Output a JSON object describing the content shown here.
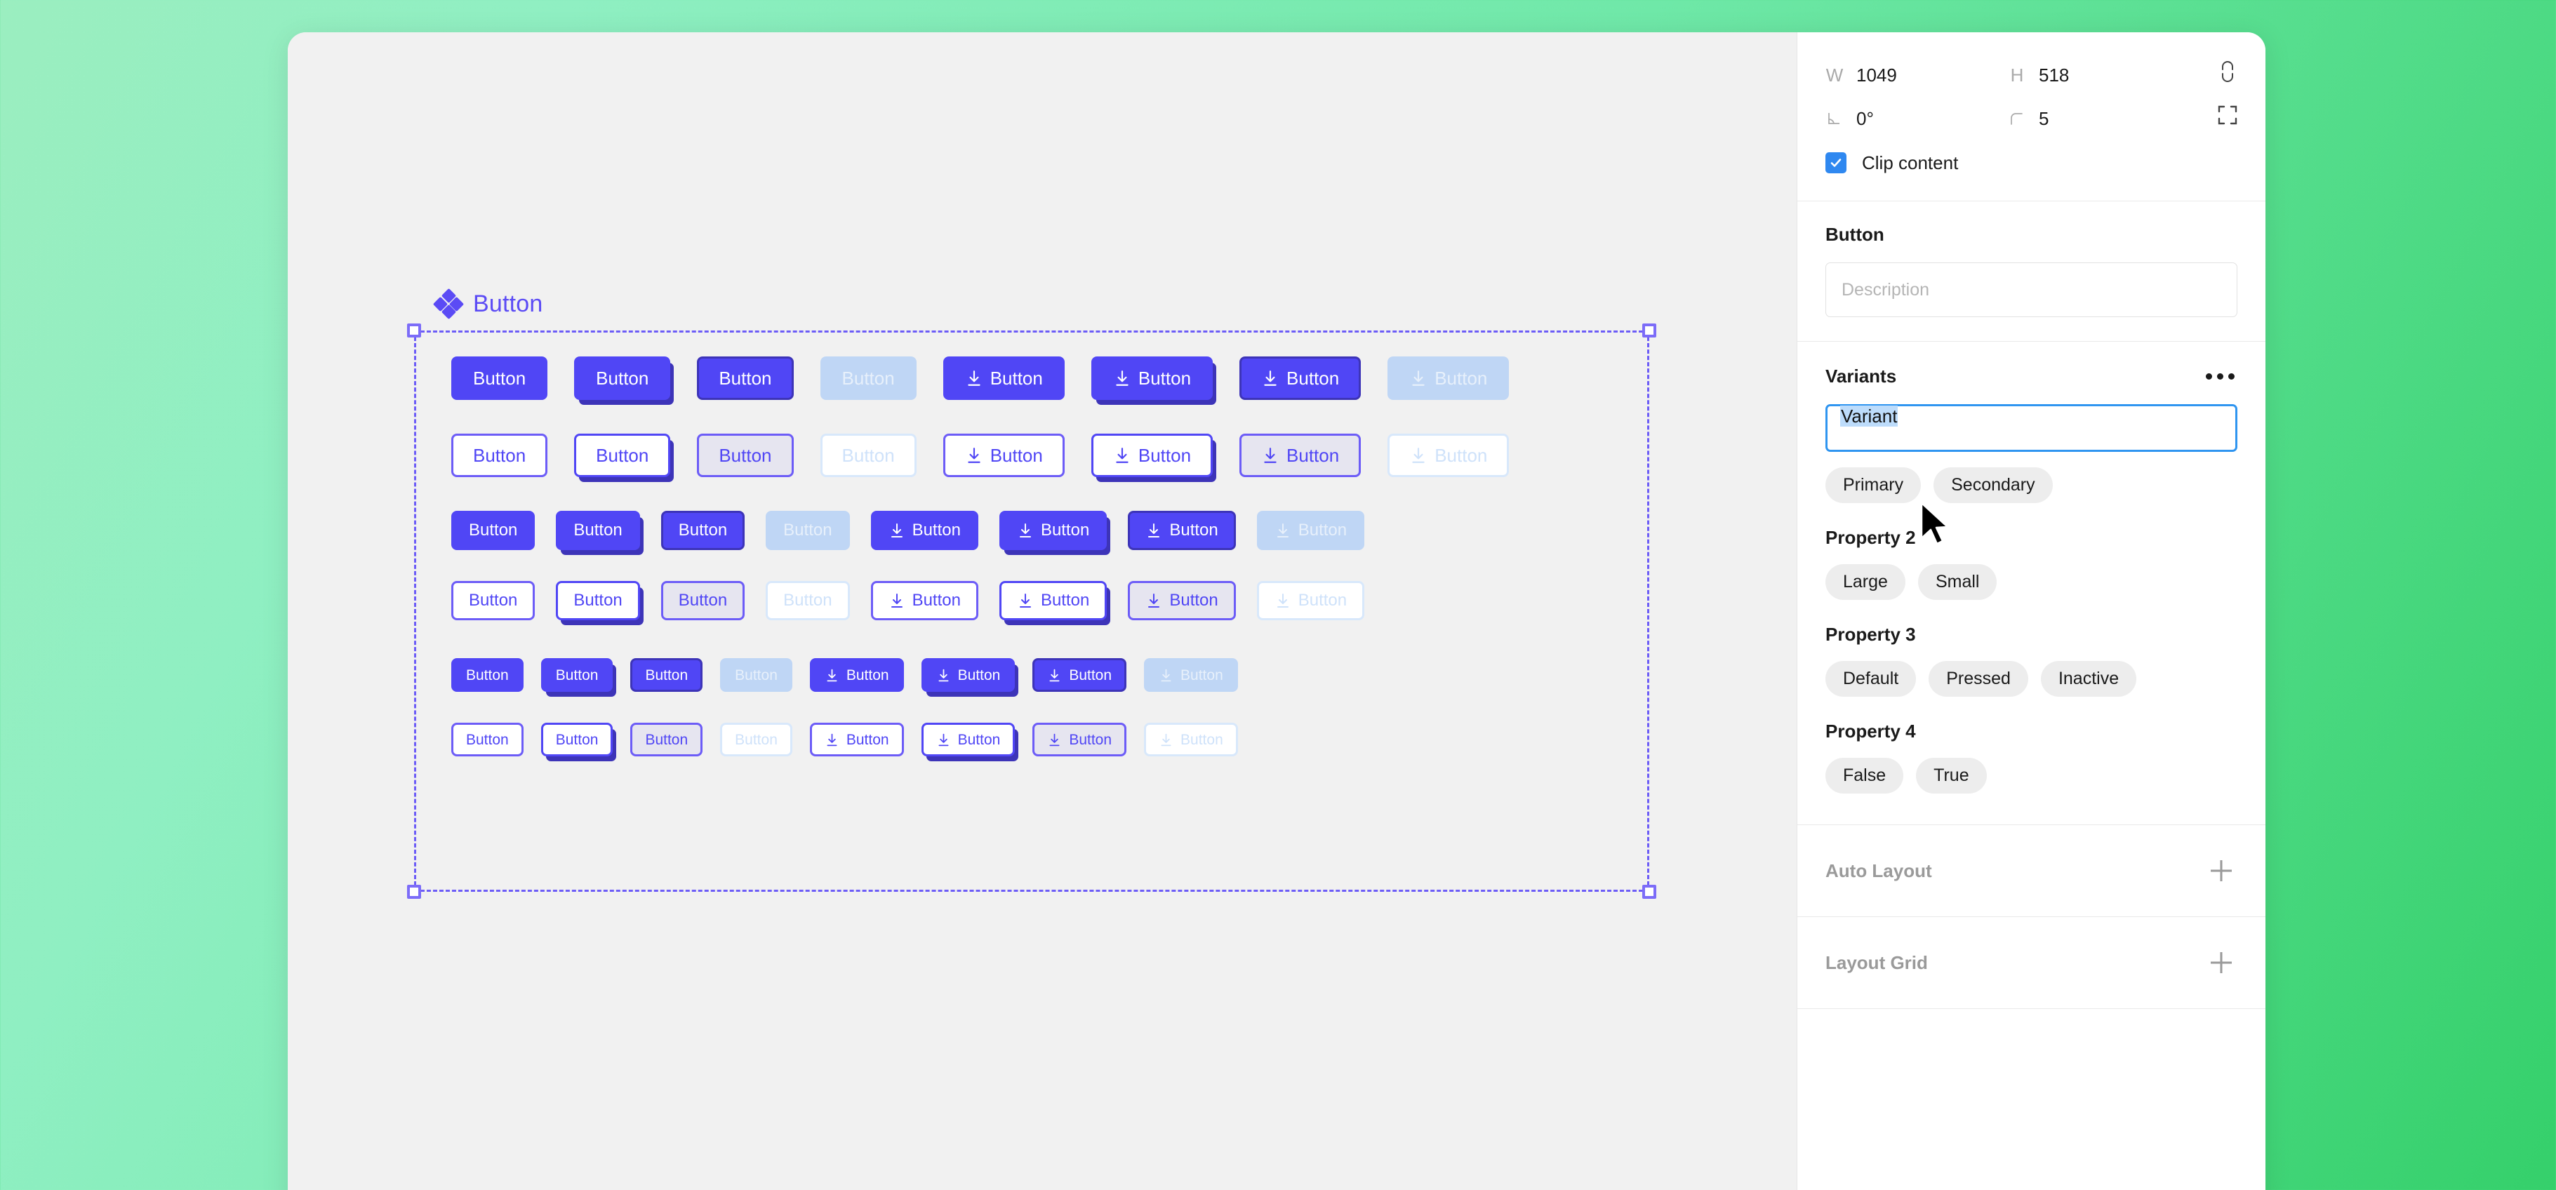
{
  "canvas": {
    "component_icon": "component-diamond-icon",
    "component_title": "Button",
    "button_label": "Button",
    "download_icon": "download-icon",
    "rows": [
      {
        "id": "row-1",
        "size": "sz-lg",
        "variant": "v-primary",
        "states": [
          "default",
          "pressed",
          "inactive",
          "disabled"
        ]
      },
      {
        "id": "row-2",
        "size": "sz-lg",
        "variant": "v-secondary",
        "states": [
          "default",
          "pressed",
          "inactive",
          "disabled"
        ]
      },
      {
        "id": "row-3",
        "size": "sz-md",
        "variant": "v-primary",
        "states": [
          "default",
          "pressed",
          "inactive",
          "disabled"
        ]
      },
      {
        "id": "row-4",
        "size": "sz-md",
        "variant": "v-secondary",
        "states": [
          "default",
          "pressed",
          "inactive",
          "disabled"
        ]
      },
      {
        "id": "row-5",
        "size": "sz-sm",
        "variant": "v-primary",
        "states": [
          "default",
          "pressed",
          "inactive",
          "disabled"
        ]
      },
      {
        "id": "row-6",
        "size": "sz-sm",
        "variant": "v-secondary",
        "states": [
          "default",
          "pressed",
          "inactive",
          "disabled"
        ]
      }
    ]
  },
  "panel": {
    "dimensions": {
      "width_label": "W",
      "width_value": "1049",
      "height_label": "H",
      "height_value": "518",
      "rotation_label": "rotation-icon",
      "rotation_value": "0°",
      "corner_label": "corner-radius-icon",
      "corner_value": "5",
      "link_icon": "broken-link-icon",
      "constrain_icon": "constraints-icon",
      "clip_content_label": "Clip content",
      "clip_content_checked": true
    },
    "description": {
      "title": "Button",
      "placeholder": "Description",
      "value": ""
    },
    "variants": {
      "title": "Variants",
      "more_icon": "more-horizontal-icon",
      "name_value": "Variant",
      "name_selected": true,
      "properties": [
        {
          "label": "",
          "options": [
            "Primary",
            "Secondary"
          ]
        },
        {
          "label": "Property 2",
          "options": [
            "Large",
            "Small"
          ]
        },
        {
          "label": "Property 3",
          "options": [
            "Default",
            "Pressed",
            "Inactive"
          ]
        },
        {
          "label": "Property 4",
          "options": [
            "False",
            "True"
          ]
        }
      ]
    },
    "auto_layout": {
      "title": "Auto Layout",
      "add_icon": "plus-icon"
    },
    "layout_grid": {
      "title": "Layout Grid",
      "add_icon": "plus-icon"
    }
  },
  "colors": {
    "primary": "#5046F5",
    "primary_dark": "#3D34B8",
    "primary_light": "#BFD6F5",
    "focus_blue": "#2F95F0",
    "checkbox_blue": "#2F88F0",
    "selection_purple": "#6C5CF7",
    "canvas_bg": "#F1F1F1",
    "backdrop_green": "#6FE8A8"
  }
}
